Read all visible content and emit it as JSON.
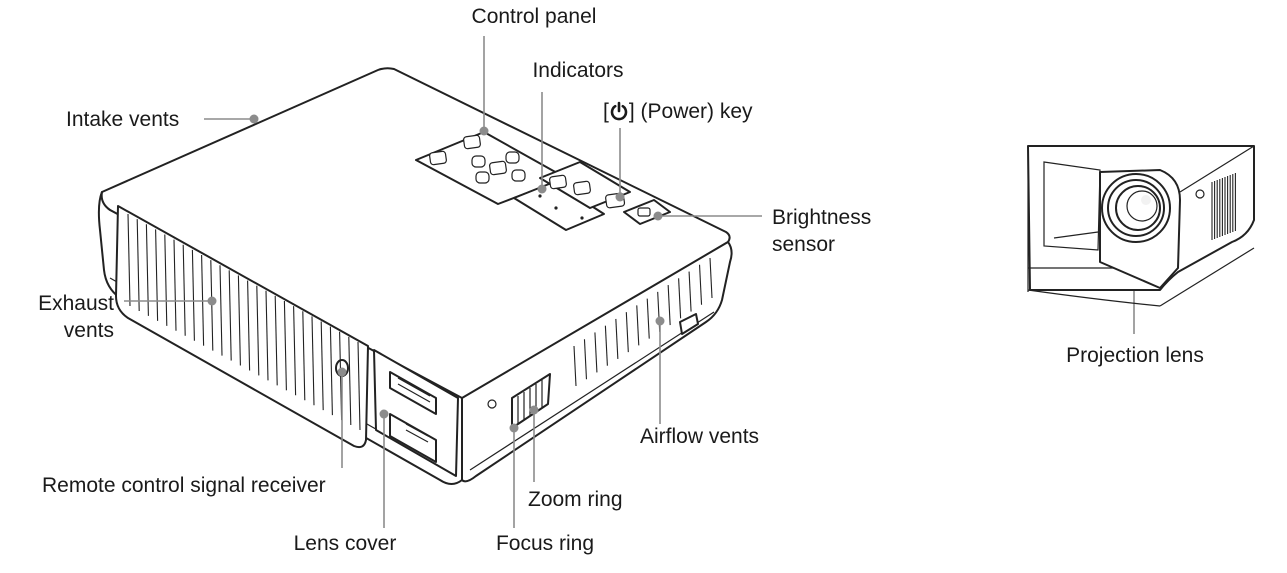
{
  "labels": {
    "control_panel": "Control panel",
    "indicators": "Indicators",
    "power_key_open": "[",
    "power_key_close": "] (Power) key",
    "intake_vents": "Intake vents",
    "brightness_sensor_line1": "Brightness",
    "brightness_sensor_line2": "sensor",
    "exhaust_vents_line1": "Exhaust",
    "exhaust_vents_line2": "vents",
    "remote_receiver": "Remote control signal receiver",
    "lens_cover": "Lens cover",
    "focus_ring": "Focus ring",
    "zoom_ring": "Zoom ring",
    "airflow_vents": "Airflow vents",
    "projection_lens": "Projection lens"
  },
  "icons": {
    "power": "power-icon"
  },
  "colors": {
    "leader_line": "#8c8c8c",
    "outline": "#222222",
    "text": "#1a1a1a"
  }
}
